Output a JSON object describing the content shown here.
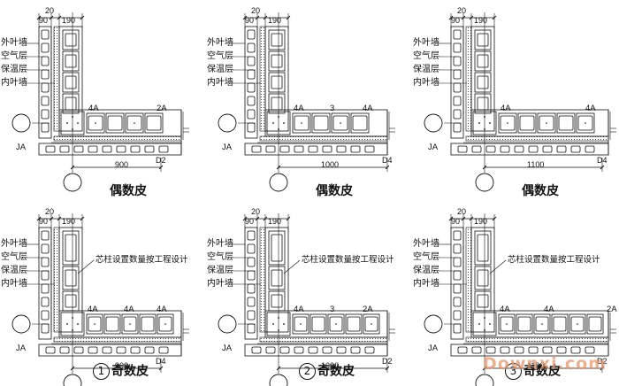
{
  "labels": {
    "layers": [
      "外叶墙",
      "空气层",
      "保温层",
      "内叶墙"
    ],
    "core_note": "芯柱设置数量按工程设计",
    "axis_a": "JA"
  },
  "panels": [
    {
      "title": "偶数皮",
      "number": "",
      "top_dims": [
        "20",
        "90",
        "190"
      ],
      "marks": [
        "4A",
        "2A"
      ],
      "span": "900",
      "d": "D2"
    },
    {
      "title": "偶数皮",
      "number": "",
      "top_dims": [
        "20",
        "90",
        "190"
      ],
      "marks": [
        "4A",
        "3",
        "4A"
      ],
      "span": "1000",
      "d": "D4"
    },
    {
      "title": "偶数皮",
      "number": "",
      "top_dims": [
        "20",
        "90",
        "190"
      ],
      "marks": [
        "4A",
        "4A"
      ],
      "span": "1100",
      "d": "D4"
    },
    {
      "title": "奇数皮",
      "number": "1",
      "top_dims": [
        "20",
        "90",
        "190"
      ],
      "marks": [
        "4A",
        "4A",
        "4A"
      ],
      "span": "900",
      "d": "D4"
    },
    {
      "title": "奇数皮",
      "number": "2",
      "top_dims": [
        "20",
        "90",
        "190"
      ],
      "marks": [
        "4A",
        "3",
        "2A"
      ],
      "span": "1000",
      "d": "D2"
    },
    {
      "title": "奇数皮",
      "number": "3",
      "top_dims": [
        "20",
        "90",
        "190"
      ],
      "marks": [
        "4A",
        "4A",
        "2A"
      ],
      "span": "1100",
      "d": "D2"
    }
  ],
  "watermark": "Downxi.com"
}
